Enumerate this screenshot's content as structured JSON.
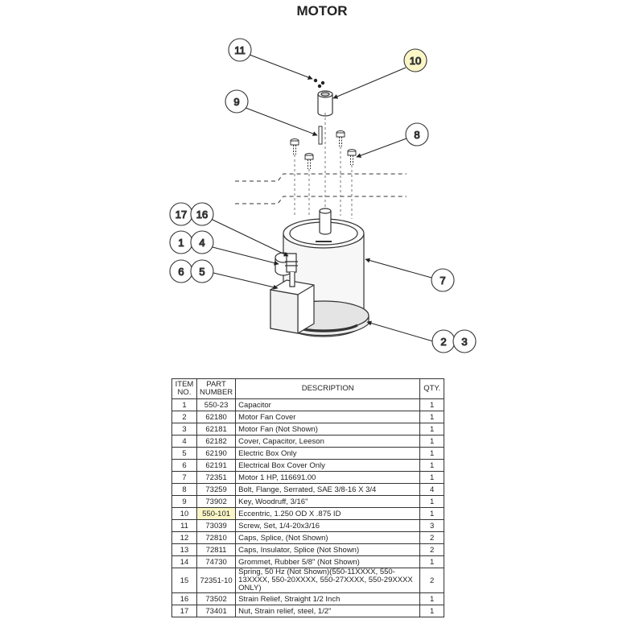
{
  "title": "MOTOR",
  "callouts": [
    "11",
    "10",
    "9",
    "8",
    "17",
    "16",
    "1",
    "4",
    "6",
    "5",
    "7",
    "2",
    "3"
  ],
  "highlight_color": "#fbf6c6",
  "table": {
    "headers": [
      "ITEM NO.",
      "PART NUMBER",
      "DESCRIPTION",
      "QTY."
    ],
    "rows": [
      {
        "item": "1",
        "part": "550-23",
        "desc": "Capacitor",
        "qty": "1"
      },
      {
        "item": "2",
        "part": "62180",
        "desc": "Motor Fan Cover",
        "qty": "1"
      },
      {
        "item": "3",
        "part": "62181",
        "desc": "Motor Fan (Not Shown)",
        "qty": "1"
      },
      {
        "item": "4",
        "part": "62182",
        "desc": "Cover, Capacitor, Leeson",
        "qty": "1"
      },
      {
        "item": "5",
        "part": "62190",
        "desc": "Electric Box Only",
        "qty": "1"
      },
      {
        "item": "6",
        "part": "62191",
        "desc": "Electrical Box Cover Only",
        "qty": "1"
      },
      {
        "item": "7",
        "part": "72351",
        "desc": "Motor 1 HP, 116691.00",
        "qty": "1"
      },
      {
        "item": "8",
        "part": "73259",
        "desc": "Bolt, Flange, Serrated, SAE 3/8-16 X 3/4",
        "qty": "4"
      },
      {
        "item": "9",
        "part": "73902",
        "desc": "Key, Woodruff, 3/16\"",
        "qty": "1"
      },
      {
        "item": "10",
        "part": "550-101",
        "desc": "Eccentric, 1.250 OD X .875 ID",
        "qty": "1"
      },
      {
        "item": "11",
        "part": "73039",
        "desc": "Screw, Set, 1/4-20x3/16",
        "qty": "3"
      },
      {
        "item": "12",
        "part": "72810",
        "desc": "Caps, Splice, (Not Shown)",
        "qty": "2"
      },
      {
        "item": "13",
        "part": "72811",
        "desc": "Caps, Insulator, Splice (Not Shown)",
        "qty": "2"
      },
      {
        "item": "14",
        "part": "74730",
        "desc": "Grommet, Rubber 5/8\" (Not Shown)",
        "qty": "1"
      },
      {
        "item": "15",
        "part": "72351-10",
        "desc": "Spring, 50 Hz (Not Shown)(550-11XXXX, 550-13XXXX, 550-20XXXX, 550-27XXXX, 550-29XXXX ONLY)",
        "qty": "2"
      },
      {
        "item": "16",
        "part": "73502",
        "desc": "Strain Relief, Straight 1/2 Inch",
        "qty": "1"
      },
      {
        "item": "17",
        "part": "73401",
        "desc": "Nut, Strain relief, steel, 1/2\"",
        "qty": "1"
      }
    ]
  }
}
